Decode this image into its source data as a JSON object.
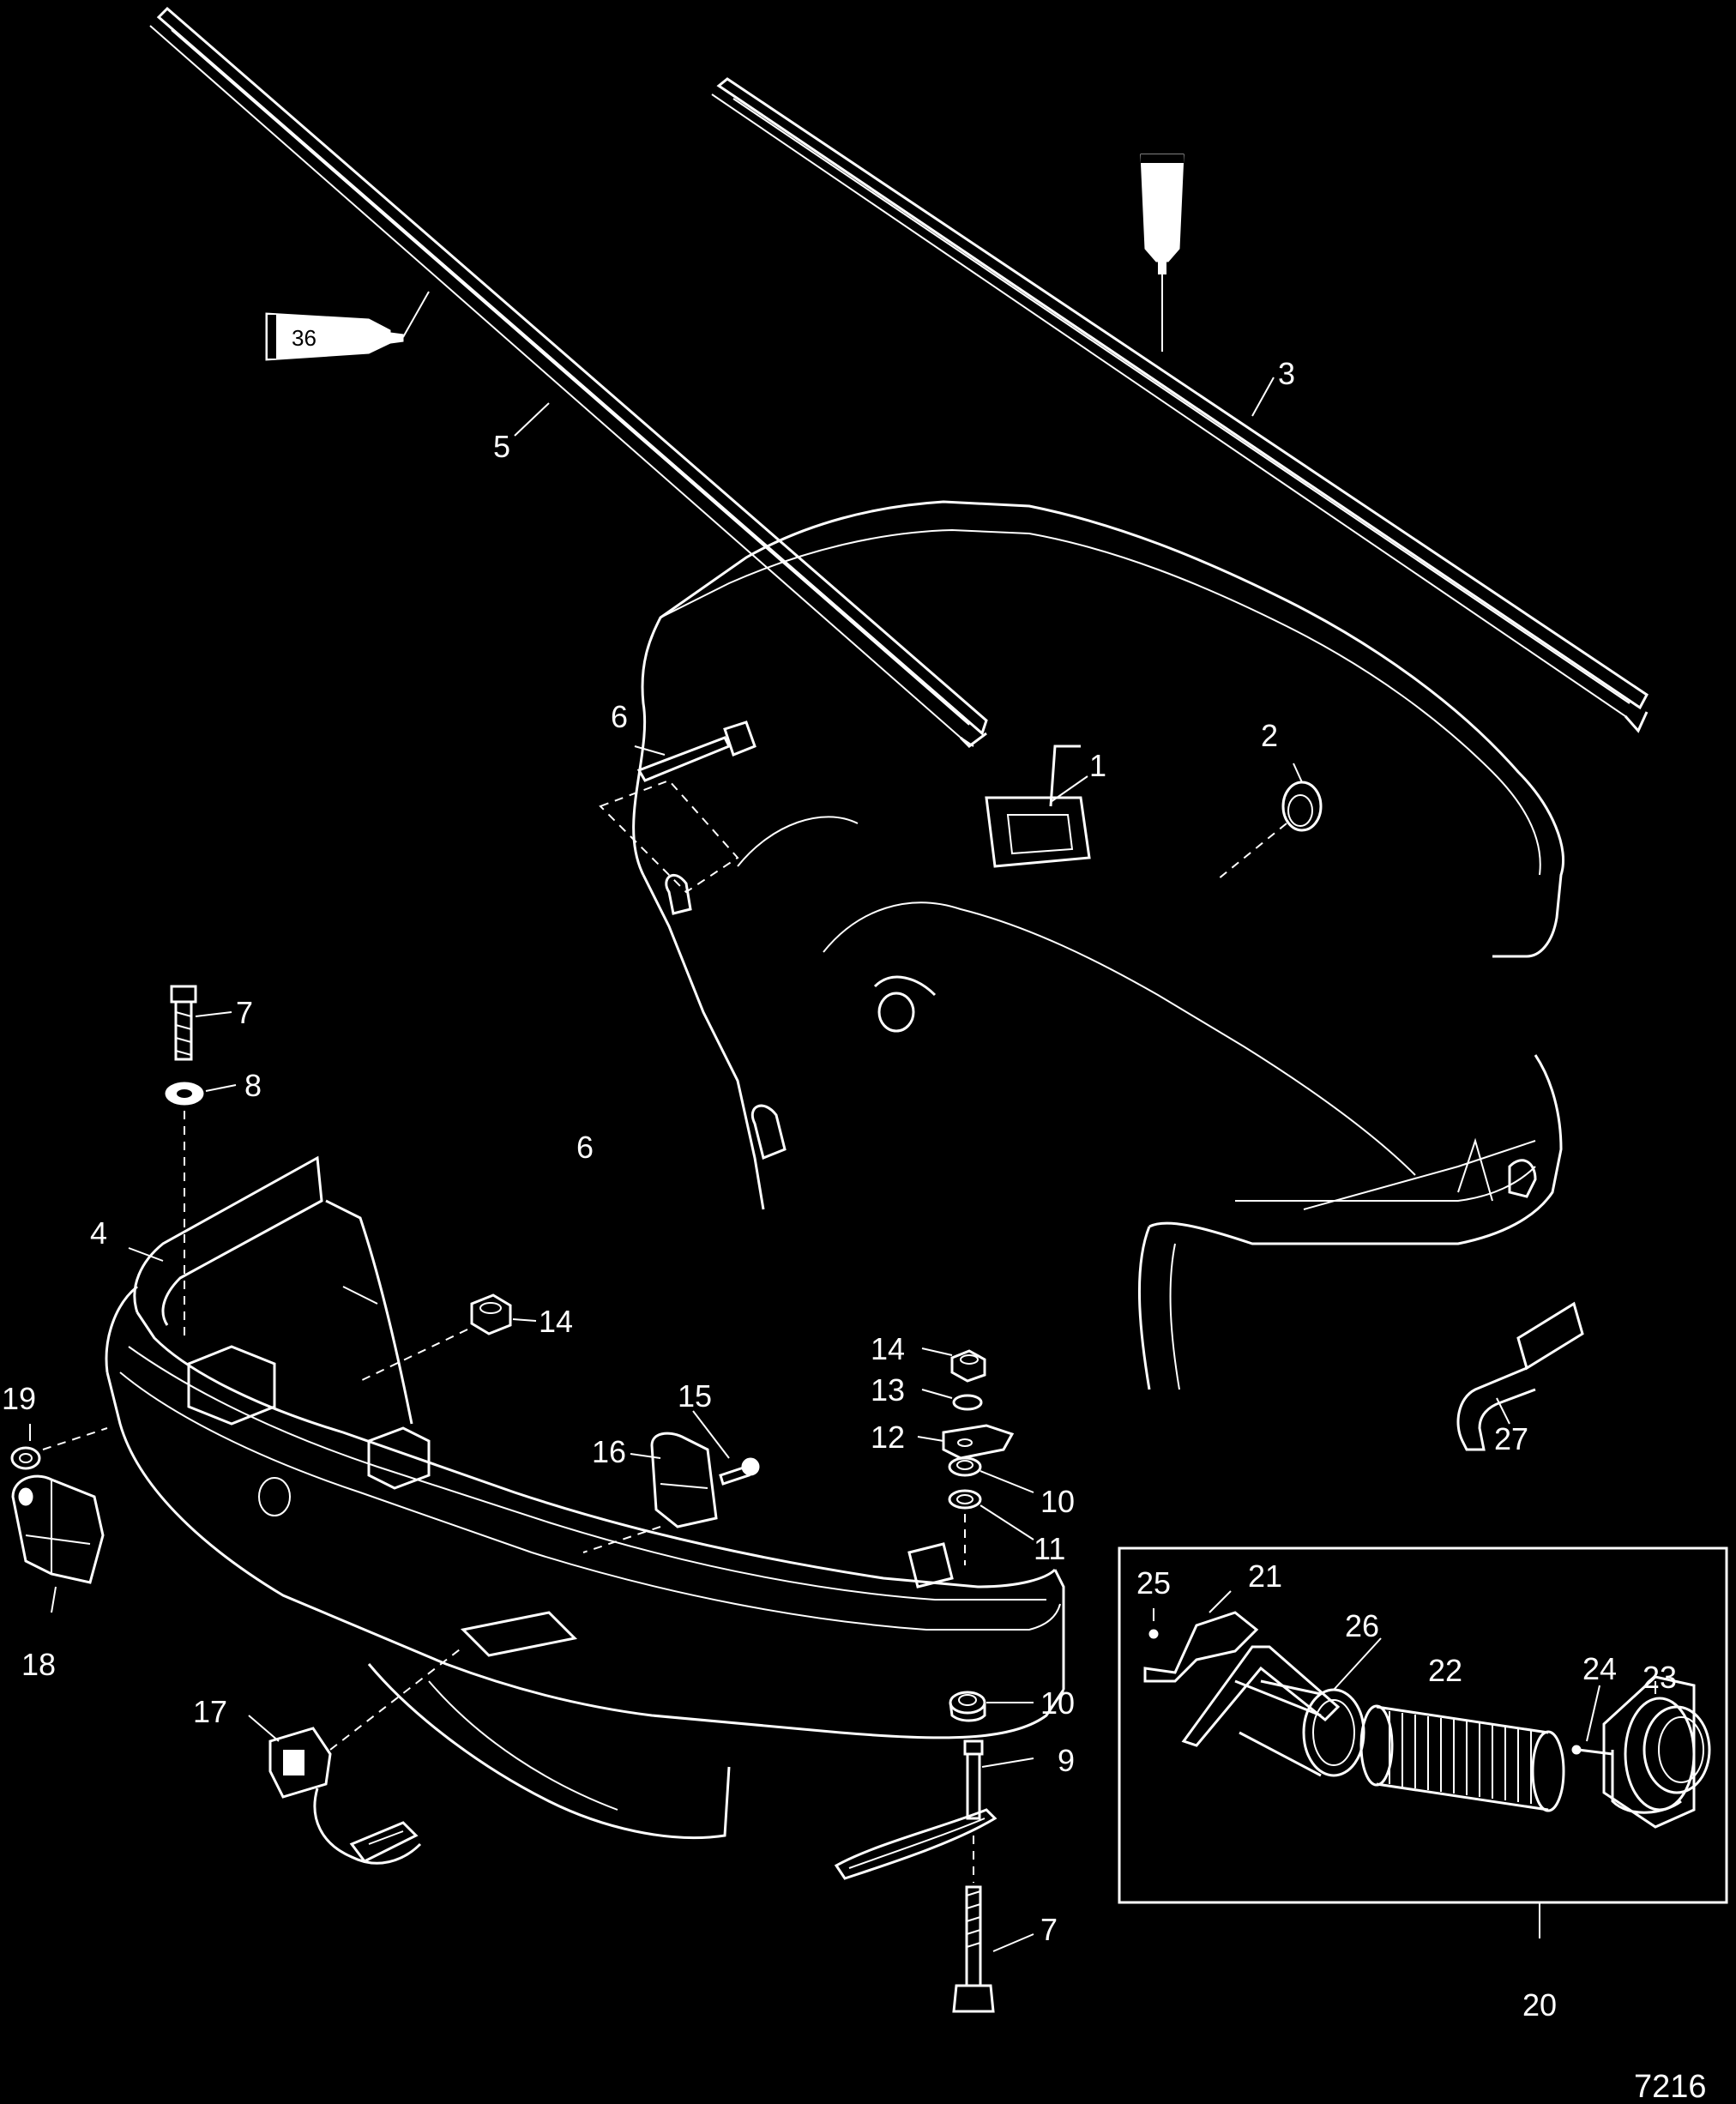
{
  "diagram": {
    "figure_number": "7216",
    "tube_label": "36",
    "callouts": {
      "c1": "1",
      "c2": "2",
      "c3": "3",
      "c4": "4",
      "c5": "5",
      "c6a": "6",
      "c6b": "6",
      "c7a": "7",
      "c7b": "7",
      "c8": "8",
      "c9": "9",
      "c10a": "10",
      "c10b": "10",
      "c11": "11",
      "c12": "12",
      "c13": "13",
      "c14a": "14",
      "c14b": "14",
      "c15": "15",
      "c16": "16",
      "c17": "17",
      "c18": "18",
      "c19": "19",
      "c20": "20",
      "c21": "21",
      "c22": "22",
      "c23": "23",
      "c24": "24",
      "c25": "25",
      "c26": "26",
      "c27": "27"
    }
  }
}
